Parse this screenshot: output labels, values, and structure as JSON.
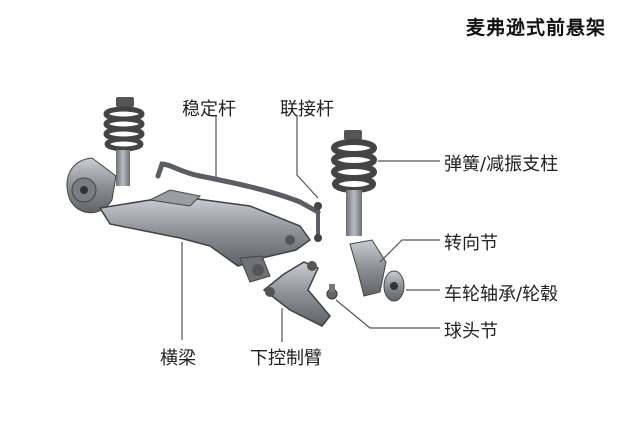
{
  "title": "麦弗逊式前悬架",
  "labels": {
    "stabilizer_bar": "稳定杆",
    "link_rod": "联接杆",
    "spring_damper": "弹簧/减振支柱",
    "knuckle": "转向节",
    "hub_bearing": "车轮轴承/轮毂",
    "ball_joint": "球头节",
    "subframe": "横梁",
    "control_arm": "下控制臂"
  }
}
